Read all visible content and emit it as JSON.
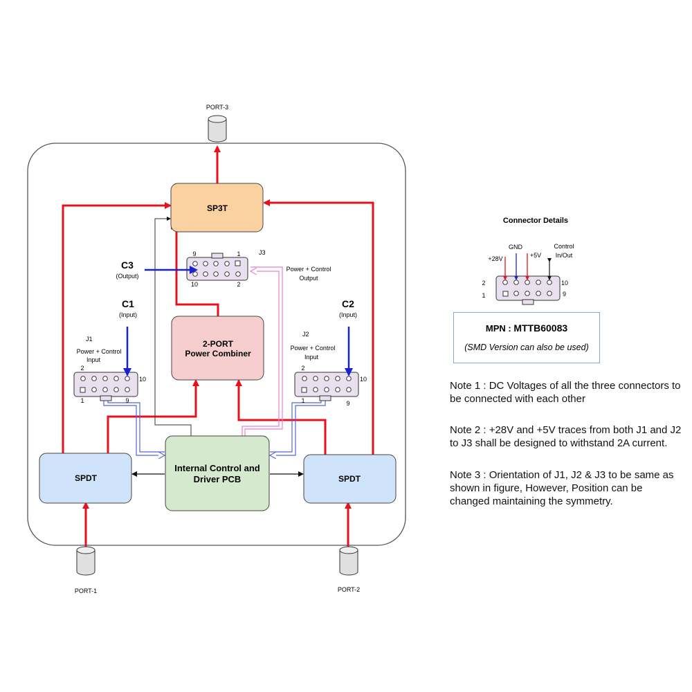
{
  "ports": {
    "port1": "PORT-1",
    "port2": "PORT-2",
    "port3": "PORT-3"
  },
  "blocks": {
    "sp3t": "SP3T",
    "combiner_line1": "2-PORT",
    "combiner_line2": "Power Combiner",
    "spdt_left": "SPDT",
    "spdt_right": "SPDT",
    "driver_line1": "Internal Control and",
    "driver_line2": "Driver PCB"
  },
  "connectors": {
    "j1": {
      "name": "J1",
      "desc_line1": "Power + Control",
      "desc_line2": "Input",
      "pin_tl": "2",
      "pin_bl": "1",
      "pin_tr": "10",
      "pin_br": "9"
    },
    "j2": {
      "name": "J2",
      "desc_line1": "Power + Control",
      "desc_line2": "Input",
      "pin_tl": "2",
      "pin_bl": "1",
      "pin_tr": "10",
      "pin_br": "9"
    },
    "j3": {
      "name": "J3",
      "desc_line1": "Power + Control",
      "desc_line2": "Output",
      "pin_tl": "9",
      "pin_bl": "10",
      "pin_tr": "1",
      "pin_br": "2"
    }
  },
  "controls": {
    "c1": {
      "name": "C1",
      "sub": "(Input)"
    },
    "c2": {
      "name": "C2",
      "sub": "(Input)"
    },
    "c3": {
      "name": "C3",
      "sub": "(Output)"
    }
  },
  "connector_details": {
    "title": "Connector Details",
    "gnd": "GND",
    "v28": "+28V",
    "v5": "+5V",
    "ctrl_line1": "Control",
    "ctrl_line2": "In/Out",
    "pin_tl": "2",
    "pin_bl": "1",
    "pin_tr": "10",
    "pin_br": "9",
    "mpn_label": "MPN :",
    "mpn_value": "MTTB60083",
    "smd_note": "(SMD Version can also be used)"
  },
  "notes": [
    "Note 1 : DC Voltages of all the three connectors to be connected with each other",
    "Note 2 : +28V and +5V traces from both J1 and J2 to J3  shall be designed to withstand 2A current.",
    "Note 3 : Orientation of  J1, J2 & J3 to be same as shown in figure, However, Position can be changed maintaining the symmetry."
  ],
  "colors": {
    "rf_line": "#e8101a",
    "control_arrow": "#1a22cc",
    "pink_bus": "#e87fd0",
    "blue_bus": "#5068d8",
    "sp3t_fill": "#fbd1a2",
    "combiner_fill": "#f6cece",
    "spdt_fill": "#cfe4fa",
    "driver_fill": "#d4e9cd",
    "connector_fill": "#e8e0ee"
  }
}
